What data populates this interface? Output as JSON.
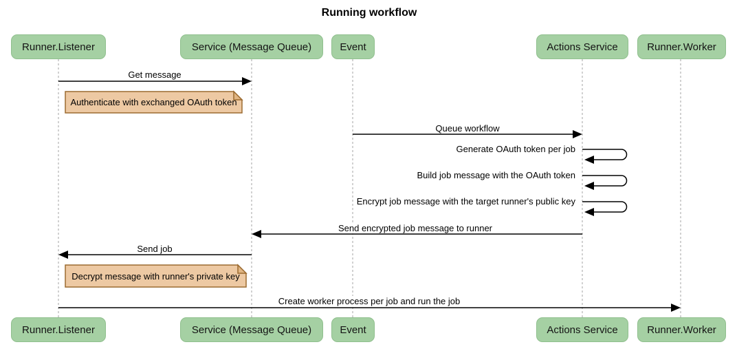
{
  "title": "Running workflow",
  "diagram_type": "sequence",
  "participants": [
    {
      "label": "Runner.Listener"
    },
    {
      "label": "Service (Message Queue)"
    },
    {
      "label": "Event"
    },
    {
      "label": "Actions Service"
    },
    {
      "label": "Runner.Worker"
    }
  ],
  "messages": [
    {
      "label": "Get message",
      "from": "Runner.Listener",
      "to": "Service (Message Queue)",
      "type": "arrow"
    },
    {
      "label": "Queue workflow",
      "from": "Event",
      "to": "Actions Service",
      "type": "arrow"
    },
    {
      "label": "Generate OAuth token per job",
      "from": "Actions Service",
      "to": "Actions Service",
      "type": "self"
    },
    {
      "label": "Build job message with the OAuth token",
      "from": "Actions Service",
      "to": "Actions Service",
      "type": "self"
    },
    {
      "label": "Encrypt job message with the target runner's public key",
      "from": "Actions Service",
      "to": "Actions Service",
      "type": "self"
    },
    {
      "label": "Send encrypted job message to runner",
      "from": "Actions Service",
      "to": "Service (Message Queue)",
      "type": "arrow"
    },
    {
      "label": "Send job",
      "from": "Service (Message Queue)",
      "to": "Runner.Listener",
      "type": "arrow"
    },
    {
      "label": "Create worker process per job and run the job",
      "from": "Runner.Listener",
      "to": "Runner.Worker",
      "type": "arrow"
    }
  ],
  "notes": [
    {
      "label": "Authenticate with exchanged OAuth token",
      "position": "right of Runner.Listener"
    },
    {
      "label": "Decrypt message with runner's private key",
      "position": "right of Runner.Listener"
    }
  ],
  "colors": {
    "actor_fill": "#a5d0a3",
    "note_fill": "#edc9a3",
    "note_border": "#9c6b30",
    "lifeline": "#a3a3a3",
    "message_line": "#000000",
    "background": "#ffffff"
  }
}
